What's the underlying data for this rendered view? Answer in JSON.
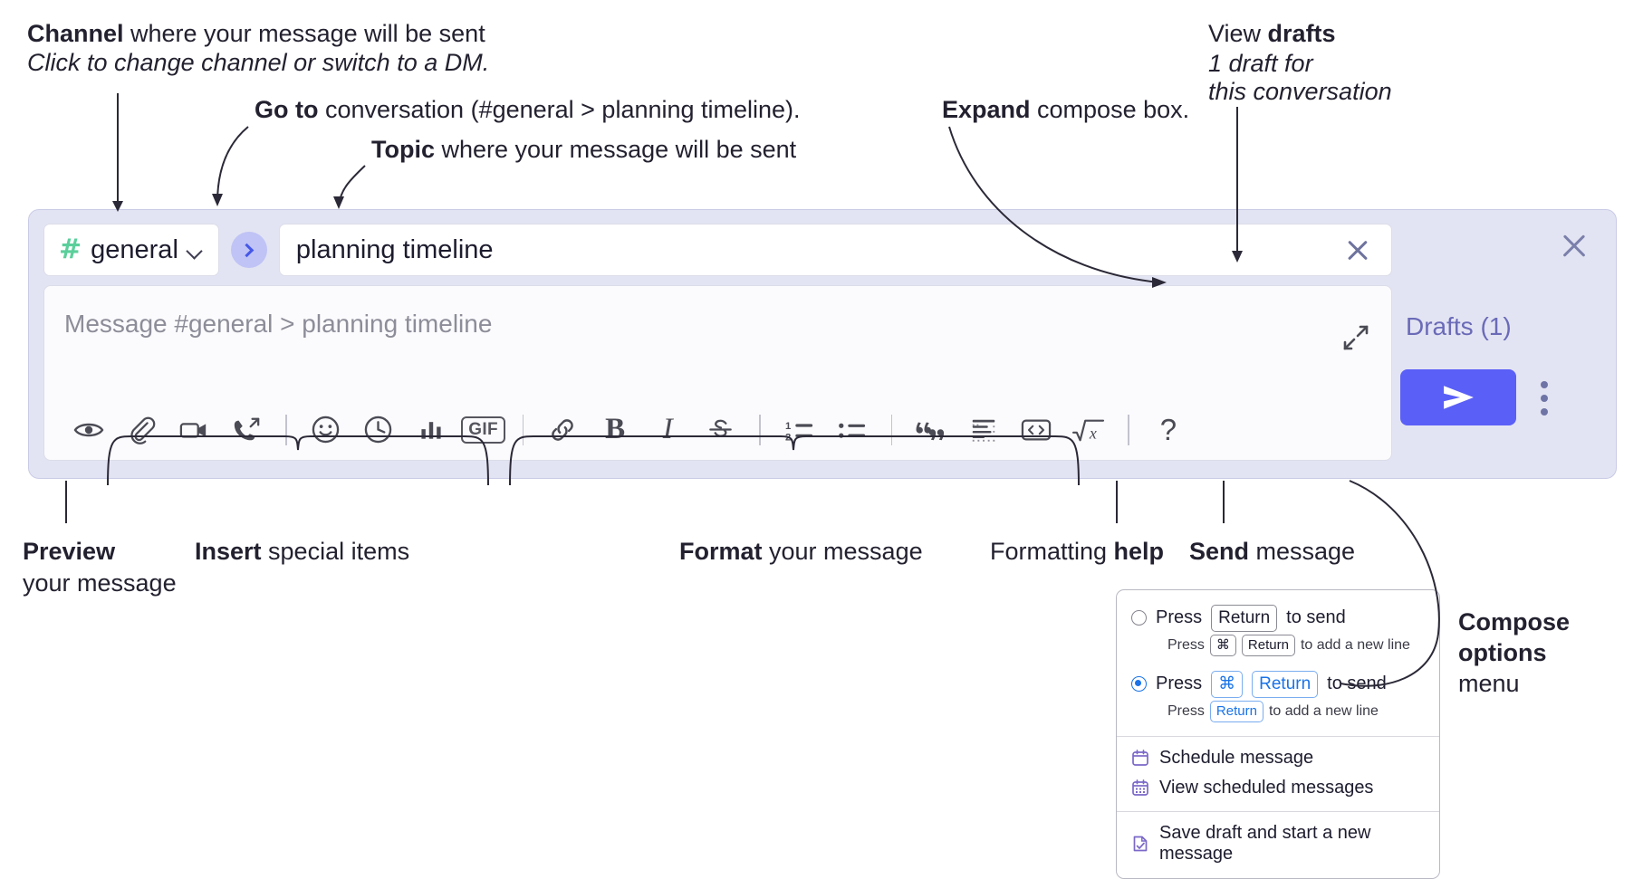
{
  "annotations": {
    "channel": {
      "bold": "Channel",
      "rest": " where your message will be sent",
      "italic": "Click to change channel or switch to a DM."
    },
    "goto": {
      "bold": "Go to",
      "rest": " conversation (#general > planning timeline)."
    },
    "topic": {
      "bold": "Topic",
      "rest": " where your message will be sent"
    },
    "expand": {
      "bold": "Expand",
      "rest": " compose box."
    },
    "drafts": {
      "line1_prefix": "View ",
      "line1_bold": "drafts",
      "line2": "1 draft for",
      "line3": "this conversation"
    },
    "preview": {
      "bold": "Preview",
      "line2": "your message"
    },
    "insert": {
      "bold": "Insert",
      "rest": " special items"
    },
    "format": {
      "bold": "Format",
      "rest": " your message"
    },
    "formatting_help": {
      "prefix": "Formatting ",
      "bold": "help"
    },
    "send": {
      "bold": "Send",
      "rest": " message"
    },
    "compose_options": {
      "bold1": "Compose",
      "bold2": "options",
      "rest": "menu"
    }
  },
  "compose": {
    "channel_name": "general",
    "hash_symbol": "#",
    "topic_value": "planning timeline",
    "message_placeholder": "Message #general > planning timeline",
    "drafts_label": "Drafts (1)",
    "toolbar_icons": [
      "preview-eye-icon",
      "attachment-paperclip-icon",
      "video-camera-icon",
      "phone-call-icon",
      "emoji-smiley-icon",
      "clock-schedule-icon",
      "poll-bars-icon",
      "gif-icon",
      "link-icon",
      "bold-icon",
      "italic-icon",
      "strikethrough-icon",
      "ordered-list-icon",
      "bulleted-list-icon",
      "blockquote-icon",
      "code-block-icon",
      "inline-code-icon",
      "latex-icon",
      "formatting-help-icon"
    ],
    "gif_label": "GIF",
    "bold_label": "B",
    "italic_label": "I",
    "help_label": "?"
  },
  "menu": {
    "options": [
      {
        "selected": false,
        "main_prefix": "Press",
        "main_keys": [
          "Return"
        ],
        "main_suffix": "to send",
        "sub_prefix": "Press",
        "sub_keys": [
          "⌘",
          "Return"
        ],
        "sub_suffix": "to add a new line"
      },
      {
        "selected": true,
        "main_prefix": "Press",
        "main_keys": [
          "⌘",
          "Return"
        ],
        "main_suffix": "to send",
        "sub_prefix": "Press",
        "sub_keys": [
          "Return"
        ],
        "sub_suffix": "to add a new line"
      }
    ],
    "items": [
      {
        "icon": "calendar-schedule-icon",
        "label": "Schedule message"
      },
      {
        "icon": "calendar-grid-icon",
        "label": "View scheduled messages"
      },
      {
        "icon": "save-draft-icon",
        "label": "Save draft and start a new message"
      }
    ]
  },
  "colors": {
    "panel_bg": "#e3e4f3",
    "send_button": "#5a5ff7",
    "hash_green": "#5bcf9b",
    "goto_blue": "#4557e8",
    "drafts_purple": "#6a6ab8",
    "radio_blue": "#1a73e8"
  }
}
